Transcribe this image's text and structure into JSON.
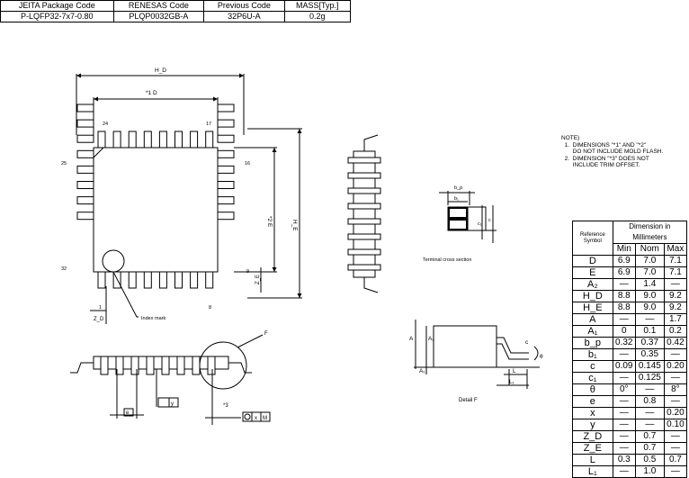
{
  "header": {
    "labels": [
      "JEITA Package Code",
      "RENESAS Code",
      "Previous Code",
      "MASS[Typ.]"
    ],
    "values": [
      "P-LQFP32-7x7-0.80",
      "PLQP0032GB-A",
      "32P6U-A",
      "0.2g"
    ]
  },
  "notes": {
    "title": "NOTE)",
    "line1": "  1.  DIMENSIONS \"*1\" AND \"*2\"",
    "line2": "       DO NOT INCLUDE MOLD FLASH.",
    "line3": "  2.  DIMENSION \"*3\" DOES NOT",
    "line4": "       INCLUDE TRIM OFFSET."
  },
  "table": {
    "ref_header": "Reference Symbol",
    "dim_header": "Dimension in Millimeters",
    "cols": [
      "Min",
      "Nom",
      "Max"
    ],
    "rows": [
      [
        "D",
        "6.9",
        "7.0",
        "7.1"
      ],
      [
        "E",
        "6.9",
        "7.0",
        "7.1"
      ],
      [
        "A₂",
        "—",
        "1.4",
        "—"
      ],
      [
        "H_D",
        "8.8",
        "9.0",
        "9.2"
      ],
      [
        "H_E",
        "8.8",
        "9.0",
        "9.2"
      ],
      [
        "A",
        "—",
        "—",
        "1.7"
      ],
      [
        "A₁",
        "0",
        "0.1",
        "0.2"
      ],
      [
        "b_p",
        "0.32",
        "0.37",
        "0.42"
      ],
      [
        "b₁",
        "—",
        "0.35",
        "—"
      ],
      [
        "c",
        "0.09",
        "0.145",
        "0.20"
      ],
      [
        "c₁",
        "—",
        "0.125",
        "—"
      ],
      [
        "θ",
        "0°",
        "—",
        "8°"
      ],
      [
        "e",
        "—",
        "0.8",
        "—"
      ],
      [
        "x",
        "—",
        "—",
        "0.20"
      ],
      [
        "y",
        "—",
        "—",
        "0.10"
      ],
      [
        "Z_D",
        "—",
        "0.7",
        "—"
      ],
      [
        "Z_E",
        "—",
        "0.7",
        "—"
      ],
      [
        "L",
        "0.3",
        "0.5",
        "0.7"
      ],
      [
        "L₁",
        "—",
        "1.0",
        "—"
      ]
    ]
  },
  "labels": {
    "hd": "H_D",
    "d": "*1  D",
    "he": "H_E",
    "e": "*2  E",
    "pin24": "24",
    "pin17": "17",
    "pin25": "25",
    "pin16": "16",
    "pin32": "32",
    "pin9": "9",
    "pin1": "1",
    "pin8": "8",
    "zd": "Z_D",
    "ze": "Z_E",
    "index": "Index mark",
    "terminal": "Terminal cross section",
    "bp": "b_p",
    "b1": "b₁",
    "c": "c",
    "c1": "c₁",
    "f": "F",
    "e_box": "e",
    "y_box": "y",
    "x_box": "x",
    "m_box": "M",
    "star3": "*3",
    "detail": "Detail F",
    "a": "A",
    "a2": "A₂",
    "a1": "A₁",
    "l": "L",
    "l1": "L₁",
    "theta": "θ"
  },
  "colors": {
    "line": "#000000",
    "background": "#ffffff"
  }
}
